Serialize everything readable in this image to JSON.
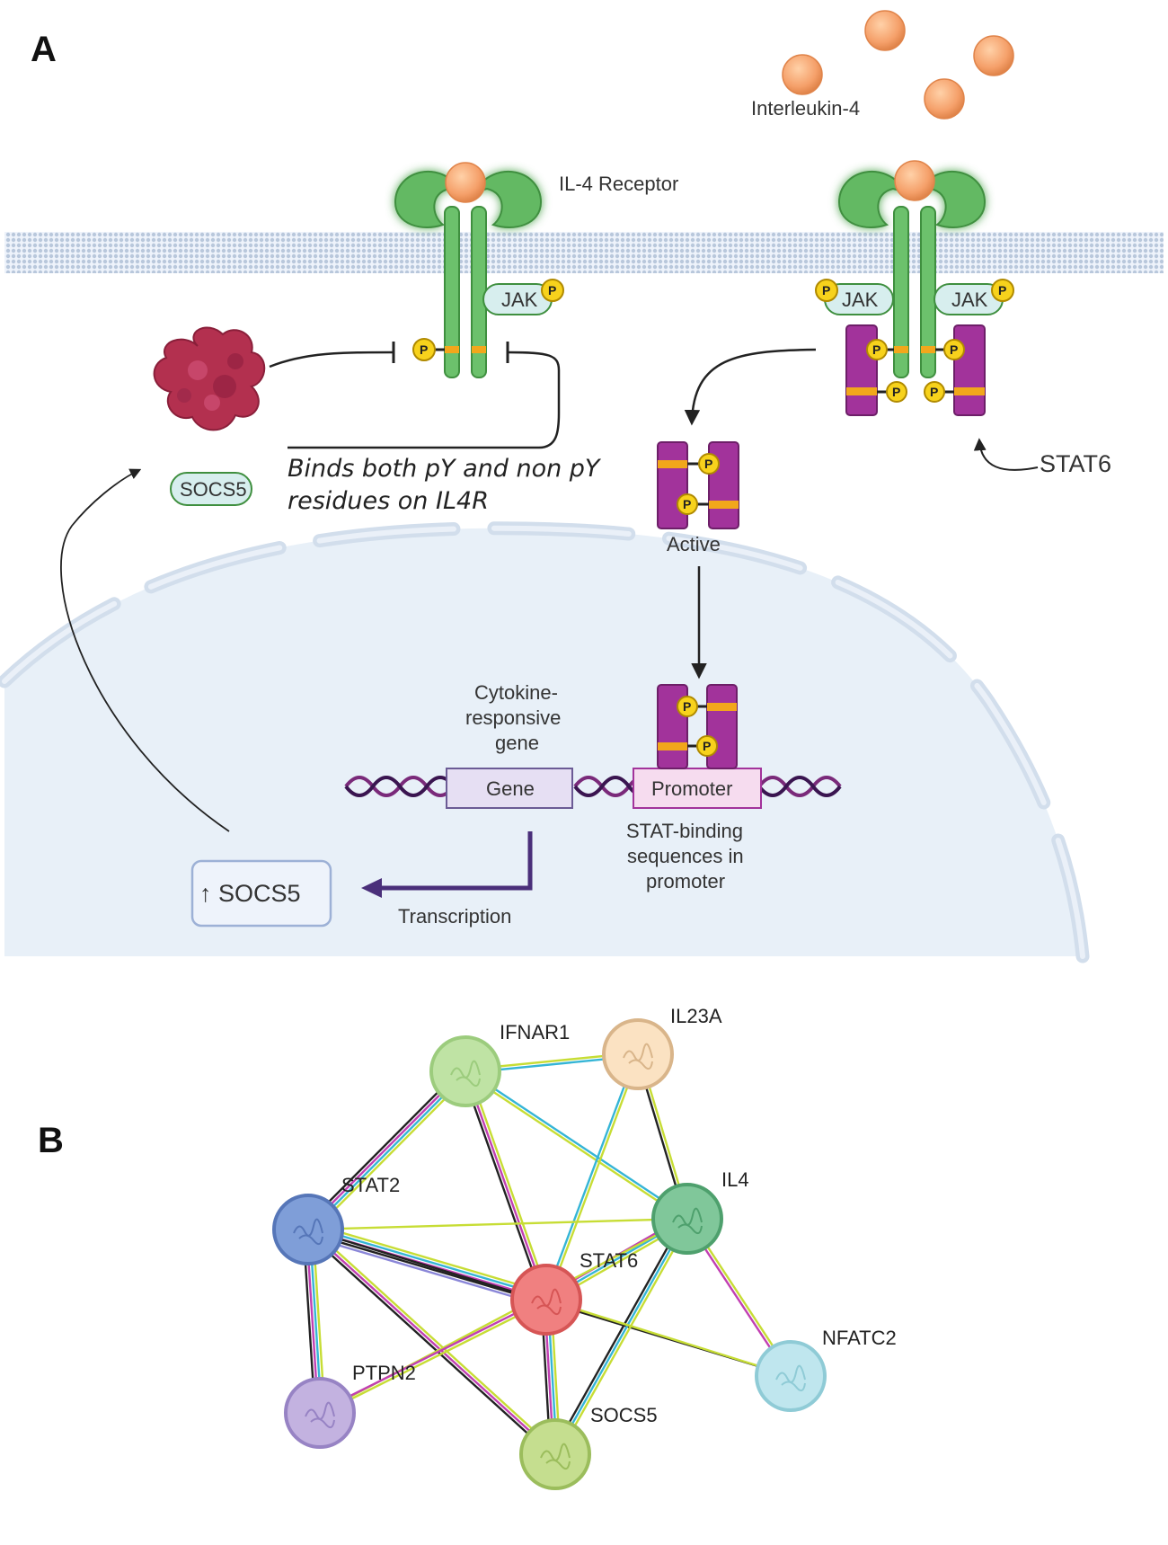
{
  "panel_a": {
    "label": "A",
    "interleukin": "Interleukin-4",
    "receptor": "IL-4 Receptor",
    "jak": "JAK",
    "phospho": "P",
    "socs5_tag": "SOCS5",
    "binds_line1": "Binds both pY and non pY",
    "binds_line2": "residues on IL4R",
    "stat6": "STAT6",
    "active": "Active",
    "cytokine_line1": "Cytokine-",
    "cytokine_line2": "responsive",
    "cytokine_line3": "gene",
    "gene": "Gene",
    "promoter": "Promoter",
    "statbind_line1": "STAT-binding",
    "statbind_line2": "sequences in",
    "statbind_line3": "promoter",
    "socs5_up": "↑ SOCS5",
    "transcription": "Transcription"
  },
  "panel_b": {
    "label": "B",
    "nodes": [
      {
        "id": "IFNAR1",
        "label": "IFNAR1",
        "fill": "#bfe3a4",
        "stroke": "#9ccc7d"
      },
      {
        "id": "IL23A",
        "label": "IL23A",
        "fill": "#fbe2c2",
        "stroke": "#d9b58a"
      },
      {
        "id": "STAT2",
        "label": "STAT2",
        "fill": "#7f9ed8",
        "stroke": "#5676b8"
      },
      {
        "id": "IL4",
        "label": "IL4",
        "fill": "#80c79a",
        "stroke": "#4ea06d"
      },
      {
        "id": "STAT6",
        "label": "STAT6",
        "fill": "#f08080",
        "stroke": "#d65555"
      },
      {
        "id": "NFATC2",
        "label": "NFATC2",
        "fill": "#bfe6ee",
        "stroke": "#8fcbd6"
      },
      {
        "id": "PTPN2",
        "label": "PTPN2",
        "fill": "#c3b2e0",
        "stroke": "#9783c4"
      },
      {
        "id": "SOCS5",
        "label": "SOCS5",
        "fill": "#c5de8f",
        "stroke": "#9bbd5c"
      }
    ],
    "edge_colors": {
      "text_mining": "#c7dd35",
      "coexpression": "#222222",
      "database": "#35b5d6",
      "experimental": "#c13fb2",
      "homology": "#8a86d8"
    },
    "edges": [
      {
        "a": "IFNAR1",
        "b": "IL23A",
        "types": [
          "text_mining",
          "database"
        ]
      },
      {
        "a": "IFNAR1",
        "b": "STAT2",
        "types": [
          "text_mining",
          "database",
          "experimental",
          "coexpression"
        ]
      },
      {
        "a": "IFNAR1",
        "b": "STAT6",
        "types": [
          "text_mining",
          "experimental",
          "coexpression"
        ]
      },
      {
        "a": "IFNAR1",
        "b": "IL4",
        "types": [
          "database",
          "text_mining"
        ]
      },
      {
        "a": "IL23A",
        "b": "IL4",
        "types": [
          "text_mining",
          "coexpression"
        ]
      },
      {
        "a": "IL23A",
        "b": "STAT6",
        "types": [
          "text_mining",
          "database"
        ]
      },
      {
        "a": "STAT2",
        "b": "IL4",
        "types": [
          "text_mining"
        ]
      },
      {
        "a": "STAT2",
        "b": "STAT6",
        "types": [
          "text_mining",
          "database",
          "experimental",
          "coexpression",
          "homology"
        ]
      },
      {
        "a": "STAT2",
        "b": "PTPN2",
        "types": [
          "text_mining",
          "database",
          "experimental",
          "coexpression"
        ]
      },
      {
        "a": "STAT2",
        "b": "SOCS5",
        "types": [
          "text_mining",
          "experimental",
          "coexpression"
        ]
      },
      {
        "a": "STAT2",
        "b": "NFATC2",
        "types": [
          "coexpression"
        ]
      },
      {
        "a": "IL4",
        "b": "STAT6",
        "types": [
          "text_mining",
          "database",
          "experimental"
        ]
      },
      {
        "a": "IL4",
        "b": "NFATC2",
        "types": [
          "text_mining",
          "experimental"
        ]
      },
      {
        "a": "IL4",
        "b": "SOCS5",
        "types": [
          "text_mining",
          "database",
          "coexpression"
        ]
      },
      {
        "a": "IL4",
        "b": "PTPN2",
        "types": [
          "text_mining"
        ]
      },
      {
        "a": "STAT6",
        "b": "NFATC2",
        "types": [
          "text_mining"
        ]
      },
      {
        "a": "STAT6",
        "b": "PTPN2",
        "types": [
          "text_mining",
          "experimental"
        ]
      },
      {
        "a": "STAT6",
        "b": "SOCS5",
        "types": [
          "text_mining",
          "database",
          "experimental",
          "coexpression"
        ]
      }
    ]
  }
}
